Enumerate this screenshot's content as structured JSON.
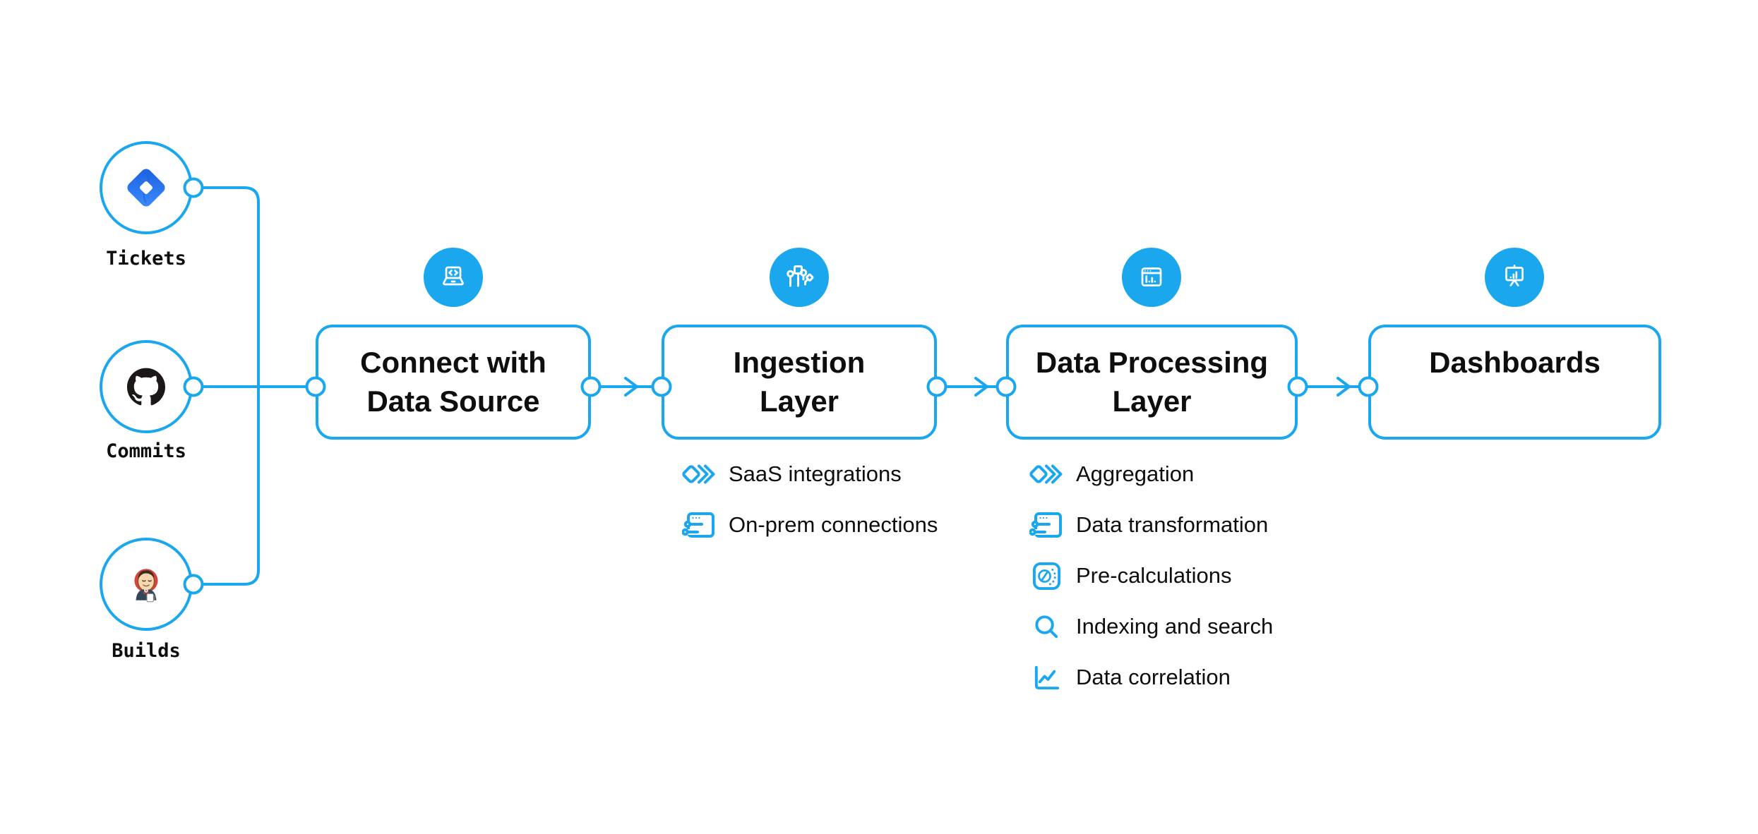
{
  "diagram": {
    "description": "Data pipeline flow diagram",
    "colors": {
      "accent": "#1aa7ee",
      "text": "#0e0e0e",
      "background": "#ffffff"
    },
    "sources": [
      {
        "label": "Tickets",
        "icon": "jira-icon"
      },
      {
        "label": "Commits",
        "icon": "github-icon"
      },
      {
        "label": "Builds",
        "icon": "jenkins-icon"
      }
    ],
    "stages": [
      {
        "title_line1": "Connect with",
        "title_line2": "Data Source",
        "icon": "laptop-code-icon",
        "items": []
      },
      {
        "title_line1": "Ingestion",
        "title_line2": "Layer",
        "icon": "data-ingestion-icon",
        "items": [
          {
            "label": "SaaS integrations",
            "icon": "stacked-diamonds-icon"
          },
          {
            "label": "On-prem connections",
            "icon": "window-sliders-icon"
          }
        ]
      },
      {
        "title_line1": "Data Processing",
        "title_line2": "Layer",
        "icon": "window-chart-icon",
        "items": [
          {
            "label": "Aggregation",
            "icon": "stacked-diamonds-icon"
          },
          {
            "label": "Data transformation",
            "icon": "window-sliders-icon"
          },
          {
            "label": "Pre-calculations",
            "icon": "gauge-icon"
          },
          {
            "label": "Indexing and search",
            "icon": "search-icon"
          },
          {
            "label": "Data correlation",
            "icon": "line-chart-icon"
          }
        ]
      },
      {
        "title_line1": "Dashboards",
        "icon": "presentation-chart-icon",
        "items": []
      }
    ]
  }
}
